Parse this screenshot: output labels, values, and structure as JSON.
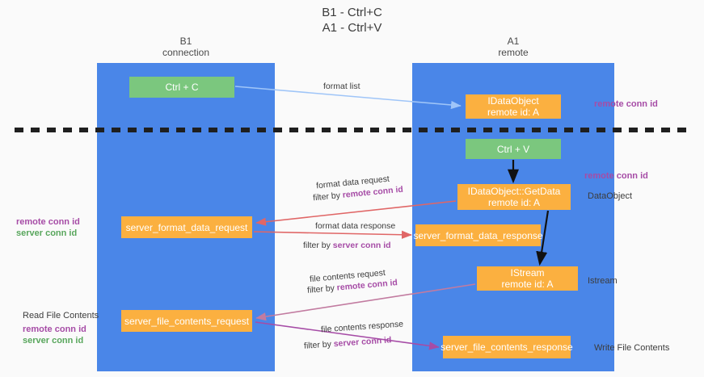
{
  "title": {
    "line1": "B1 - Ctrl+C",
    "line2": "A1 - Ctrl+V"
  },
  "lanes": {
    "left": {
      "name": "B1",
      "role": "connection"
    },
    "right": {
      "name": "A1",
      "role": "remote"
    }
  },
  "nodes": {
    "ctrl_c": {
      "label": "Ctrl + C",
      "color": "#7bc77e"
    },
    "idataobject": {
      "label": "IDataObject",
      "sublabel": "remote id: A",
      "color": "#fbb040"
    },
    "ctrl_v": {
      "label": "Ctrl + V",
      "color": "#7bc77e"
    },
    "getdata": {
      "label": "IDataObject::GetData",
      "sublabel": "remote id: A",
      "color": "#fbb040"
    },
    "server_format_data_request": {
      "label": "server_format_data_request",
      "color": "#fbb040"
    },
    "server_format_data_response": {
      "label": "server_format_data_response",
      "color": "#fbb040"
    },
    "istream": {
      "label": "IStream",
      "sublabel": "remote id: A",
      "color": "#fbb040"
    },
    "server_file_contents_request": {
      "label": "server_file_contents_request",
      "color": "#fbb040"
    },
    "server_file_contents_response": {
      "label": "server_file_contents_response",
      "color": "#fbb040"
    }
  },
  "edges": {
    "format_list": {
      "label": "format list",
      "color": "#9fc5f8"
    },
    "format_data_request": {
      "label": "format data request",
      "filter_prefix": "filter by ",
      "filter_key": "remote conn id",
      "color": "#e06666"
    },
    "format_data_response": {
      "label": "format data response",
      "filter_prefix": "filter by ",
      "filter_key": "server conn id",
      "color": "#e06666"
    },
    "file_contents_request": {
      "label": "file contents request",
      "filter_prefix": "filter by ",
      "filter_key": "remote conn id",
      "color": "#c27ba0"
    },
    "file_contents_response": {
      "label": "file contents response",
      "filter_prefix": "filter by ",
      "filter_key": "server conn id",
      "color": "#a64ca6"
    }
  },
  "annotations": {
    "remote_conn_id_top": "remote conn id",
    "remote_conn_id_mid": "remote conn id",
    "dataobject": "DataObject",
    "istream": "Istream",
    "write_file_contents": "Write File Contents",
    "read_file_contents": "Read File Contents",
    "remote_conn_id": "remote conn id",
    "server_conn_id": "server conn id"
  },
  "colors": {
    "lane": "#4a86e8",
    "green_node": "#7bc77e",
    "orange_node": "#fbb040",
    "purple_key": "#a64ca6",
    "green_key": "#58a65c",
    "divider": "#1f1f1f",
    "background": "#fafafa"
  }
}
